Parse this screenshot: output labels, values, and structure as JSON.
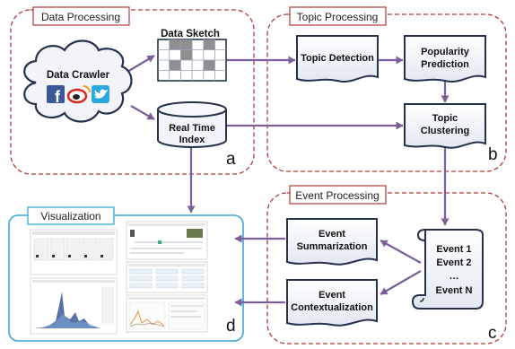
{
  "sections": {
    "data_processing": "Data Processing",
    "topic_processing": "Topic Processing",
    "event_processing": "Event Processing",
    "visualization": "Visualization"
  },
  "nodes": {
    "data_crawler": "Data Crawler",
    "data_sketch": "Data Sketch",
    "real_time_index": [
      "Real Time",
      "Index"
    ],
    "topic_detection": "Topic Detection",
    "popularity_prediction": [
      "Popularity",
      "Prediction"
    ],
    "topic_clustering": [
      "Topic",
      "Clustering"
    ],
    "event_summarization": [
      "Event",
      "Summarization"
    ],
    "event_contextualization": [
      "Event",
      "Contextualization"
    ],
    "events": [
      "Event  1",
      "Event  2",
      "…",
      "Event  N"
    ]
  },
  "corner_letters": {
    "a": "a",
    "b": "b",
    "c": "c",
    "d": "d"
  },
  "social_icons": [
    "facebook-icon",
    "weibo-icon",
    "twitter-icon"
  ],
  "colors": {
    "region_border": "#b23a3a",
    "visualization_border": "#3aa6d8",
    "arrow": "#7b5f98",
    "node_fill": "#eef1f7",
    "node_border": "#25314d"
  }
}
